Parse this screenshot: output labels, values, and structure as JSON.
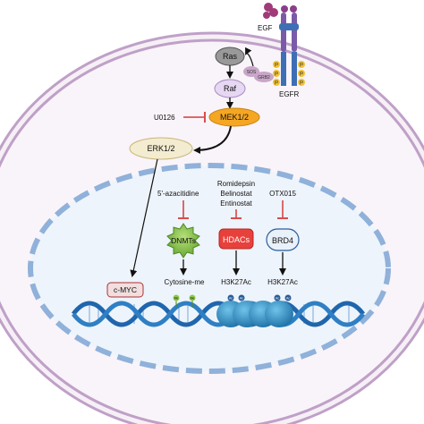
{
  "labels": {
    "egf": "EGF",
    "egfr": "EGFR",
    "ras": "Ras",
    "raf": "Raf",
    "sos": "SOS",
    "grb2": "GRB2",
    "phospho": "P",
    "u0126": "U0126",
    "mek": "MEK1/2",
    "erk": "ERK1/2",
    "azacitidine": "5'-azacitidine",
    "hdac_inhibitors": [
      "Romidepsin",
      "Belinostat",
      "Entinostat"
    ],
    "otx015": "OTX015",
    "dnmts": "DNMTs",
    "hdacs": "HDACs",
    "brd4": "BRD4",
    "cmyc": "c-MYC",
    "cytosine_me": "Cytosine-me",
    "h3k27ac_1": "H3K27Ac",
    "h3k27ac_2": "H3K27Ac",
    "me": "Me",
    "ac": "Ac"
  },
  "colors": {
    "cell_membrane": "#bfa0c8",
    "cytoplasm": "#f6f0f6",
    "nucleus_border": "#8fb1da",
    "nucleus_fill": "#eef4fb",
    "ras_fill": "#999999",
    "raf_fill": "#e6d7f2",
    "mek_fill": "#f5a623",
    "erk_fill": "#f4ecd0",
    "dnmt_fill": "#8fc94b",
    "hdac_fill": "#e8413c",
    "brd4_fill": "#e9f1fa",
    "cmyc_fill": "#f2dede",
    "dna_blue": "#1f66ad",
    "nucleosome": "#2a8fc4",
    "inhibitor_red": "#d63a3a"
  }
}
